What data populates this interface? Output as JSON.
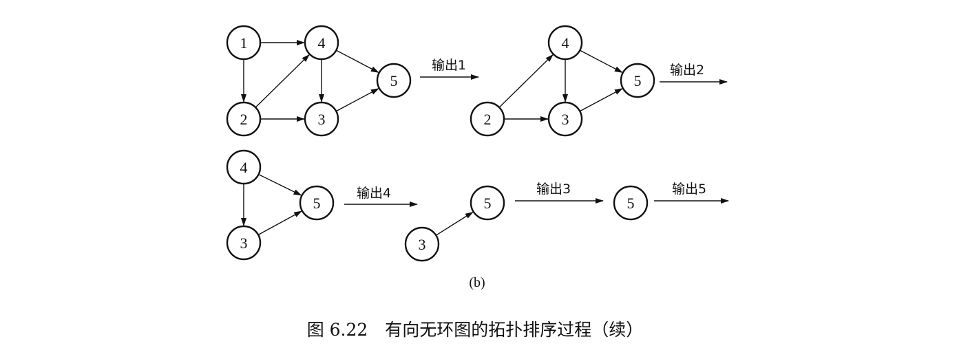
{
  "subfigure_label": "(b)",
  "caption": "图 6.22　有向无环图的拓扑排序过程（续）",
  "steps": [
    {
      "nodes": [
        "1",
        "2",
        "3",
        "4",
        "5"
      ],
      "edges": [
        [
          "1",
          "4"
        ],
        [
          "1",
          "2"
        ],
        [
          "2",
          "4"
        ],
        [
          "2",
          "3"
        ],
        [
          "4",
          "3"
        ],
        [
          "4",
          "5"
        ],
        [
          "3",
          "5"
        ]
      ],
      "arrow_label": "输出1"
    },
    {
      "nodes": [
        "2",
        "3",
        "4",
        "5"
      ],
      "edges": [
        [
          "2",
          "4"
        ],
        [
          "2",
          "3"
        ],
        [
          "4",
          "3"
        ],
        [
          "4",
          "5"
        ],
        [
          "3",
          "5"
        ]
      ],
      "arrow_label": "输出2"
    },
    {
      "nodes": [
        "3",
        "4",
        "5"
      ],
      "edges": [
        [
          "4",
          "5"
        ],
        [
          "4",
          "3"
        ],
        [
          "3",
          "5"
        ]
      ],
      "arrow_label": "输出4"
    },
    {
      "nodes": [
        "3",
        "5"
      ],
      "edges": [
        [
          "3",
          "5"
        ]
      ],
      "arrow_label": "输出3"
    },
    {
      "nodes": [
        "5"
      ],
      "edges": [],
      "arrow_label": "输出5"
    }
  ],
  "colors": {
    "ink": "#111111",
    "background": "#ffffff"
  }
}
